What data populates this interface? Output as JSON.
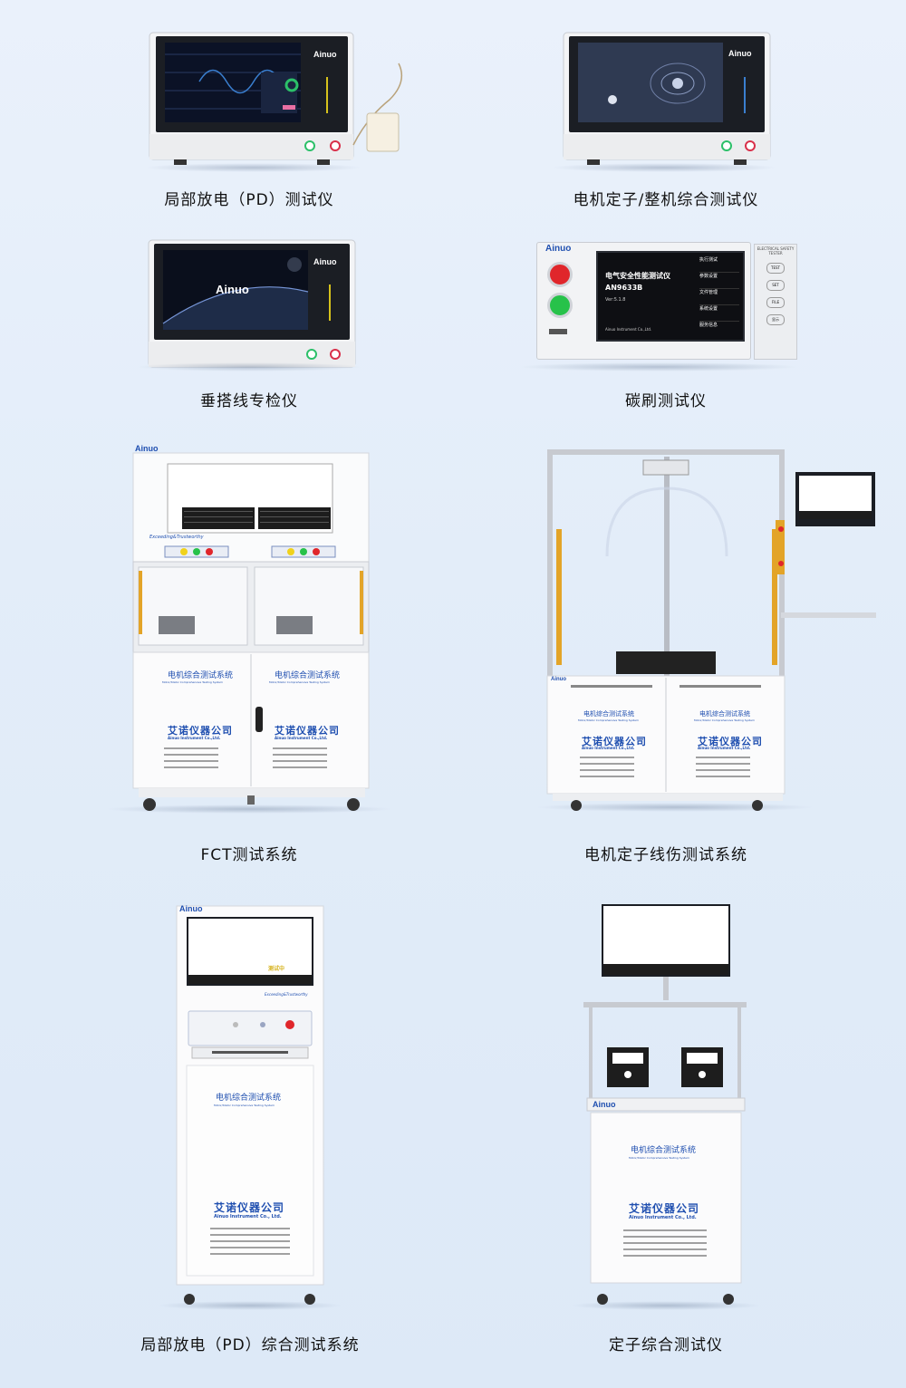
{
  "products": [
    {
      "caption": "局部放电（PD）测试仪",
      "brand": "Ainuo"
    },
    {
      "caption": "电机定子/整机综合测试仪",
      "brand": "Ainuo"
    },
    {
      "caption": "垂搭线专检仪",
      "brand": "Ainuo",
      "screen_logo": "Ainuo"
    },
    {
      "caption": "碳刷测试仪",
      "brand": "Ainuo",
      "screen_title": "电气安全性能测试仪",
      "screen_model": "AN9633B",
      "screen_version": "Ver:5.1.8",
      "screen_company": "Ainuo Instrument Co.,Ltd.",
      "menu": [
        "执行测试",
        "参数设置",
        "文件管理",
        "系统设置",
        "服务信息"
      ],
      "side_buttons": [
        "TEST",
        "SET",
        "FILE",
        "显示"
      ],
      "side_title": "ELECTRICAL SAFETY TESTER"
    },
    {
      "caption": "FCT测试系统",
      "brand": "Ainuo",
      "slogan": "Exceeding&Trustworthy",
      "system_cn": "电机综合测试系统",
      "system_en": "Motor/Stator Comprehensive Testing System",
      "company_cn": "艾诺仪器公司",
      "company_en": "Ainuo Instrument Co.,Ltd."
    },
    {
      "caption": "电机定子线伤测试系统",
      "brand": "Ainuo",
      "system_cn": "电机综合测试系统",
      "system_en": "Motor/Stator Comprehensive Testing System",
      "company_cn": "艾诺仪器公司",
      "company_en": "Ainuo Instrument Co.,Ltd."
    },
    {
      "caption": "局部放电（PD）综合测试系统",
      "brand": "Ainuo",
      "slogan": "Exceeding&Trustworthy",
      "system_cn": "电机综合测试系统",
      "system_en": "Motor/Stator Comprehensive Testing System",
      "company_cn": "艾诺仪器公司",
      "company_en": "Ainuo Instrument Co., Ltd.",
      "status": "测试中"
    },
    {
      "caption": "定子综合测试仪",
      "brand": "Ainuo",
      "system_cn": "电机综合测试系统",
      "system_en": "Motor/Stator Comprehensive Testing System",
      "company_cn": "艾诺仪器公司",
      "company_en": "Ainuo Instrument Co., Ltd."
    }
  ],
  "colors": {
    "accent": "#1f4fb0",
    "background": "#e6eefa"
  }
}
